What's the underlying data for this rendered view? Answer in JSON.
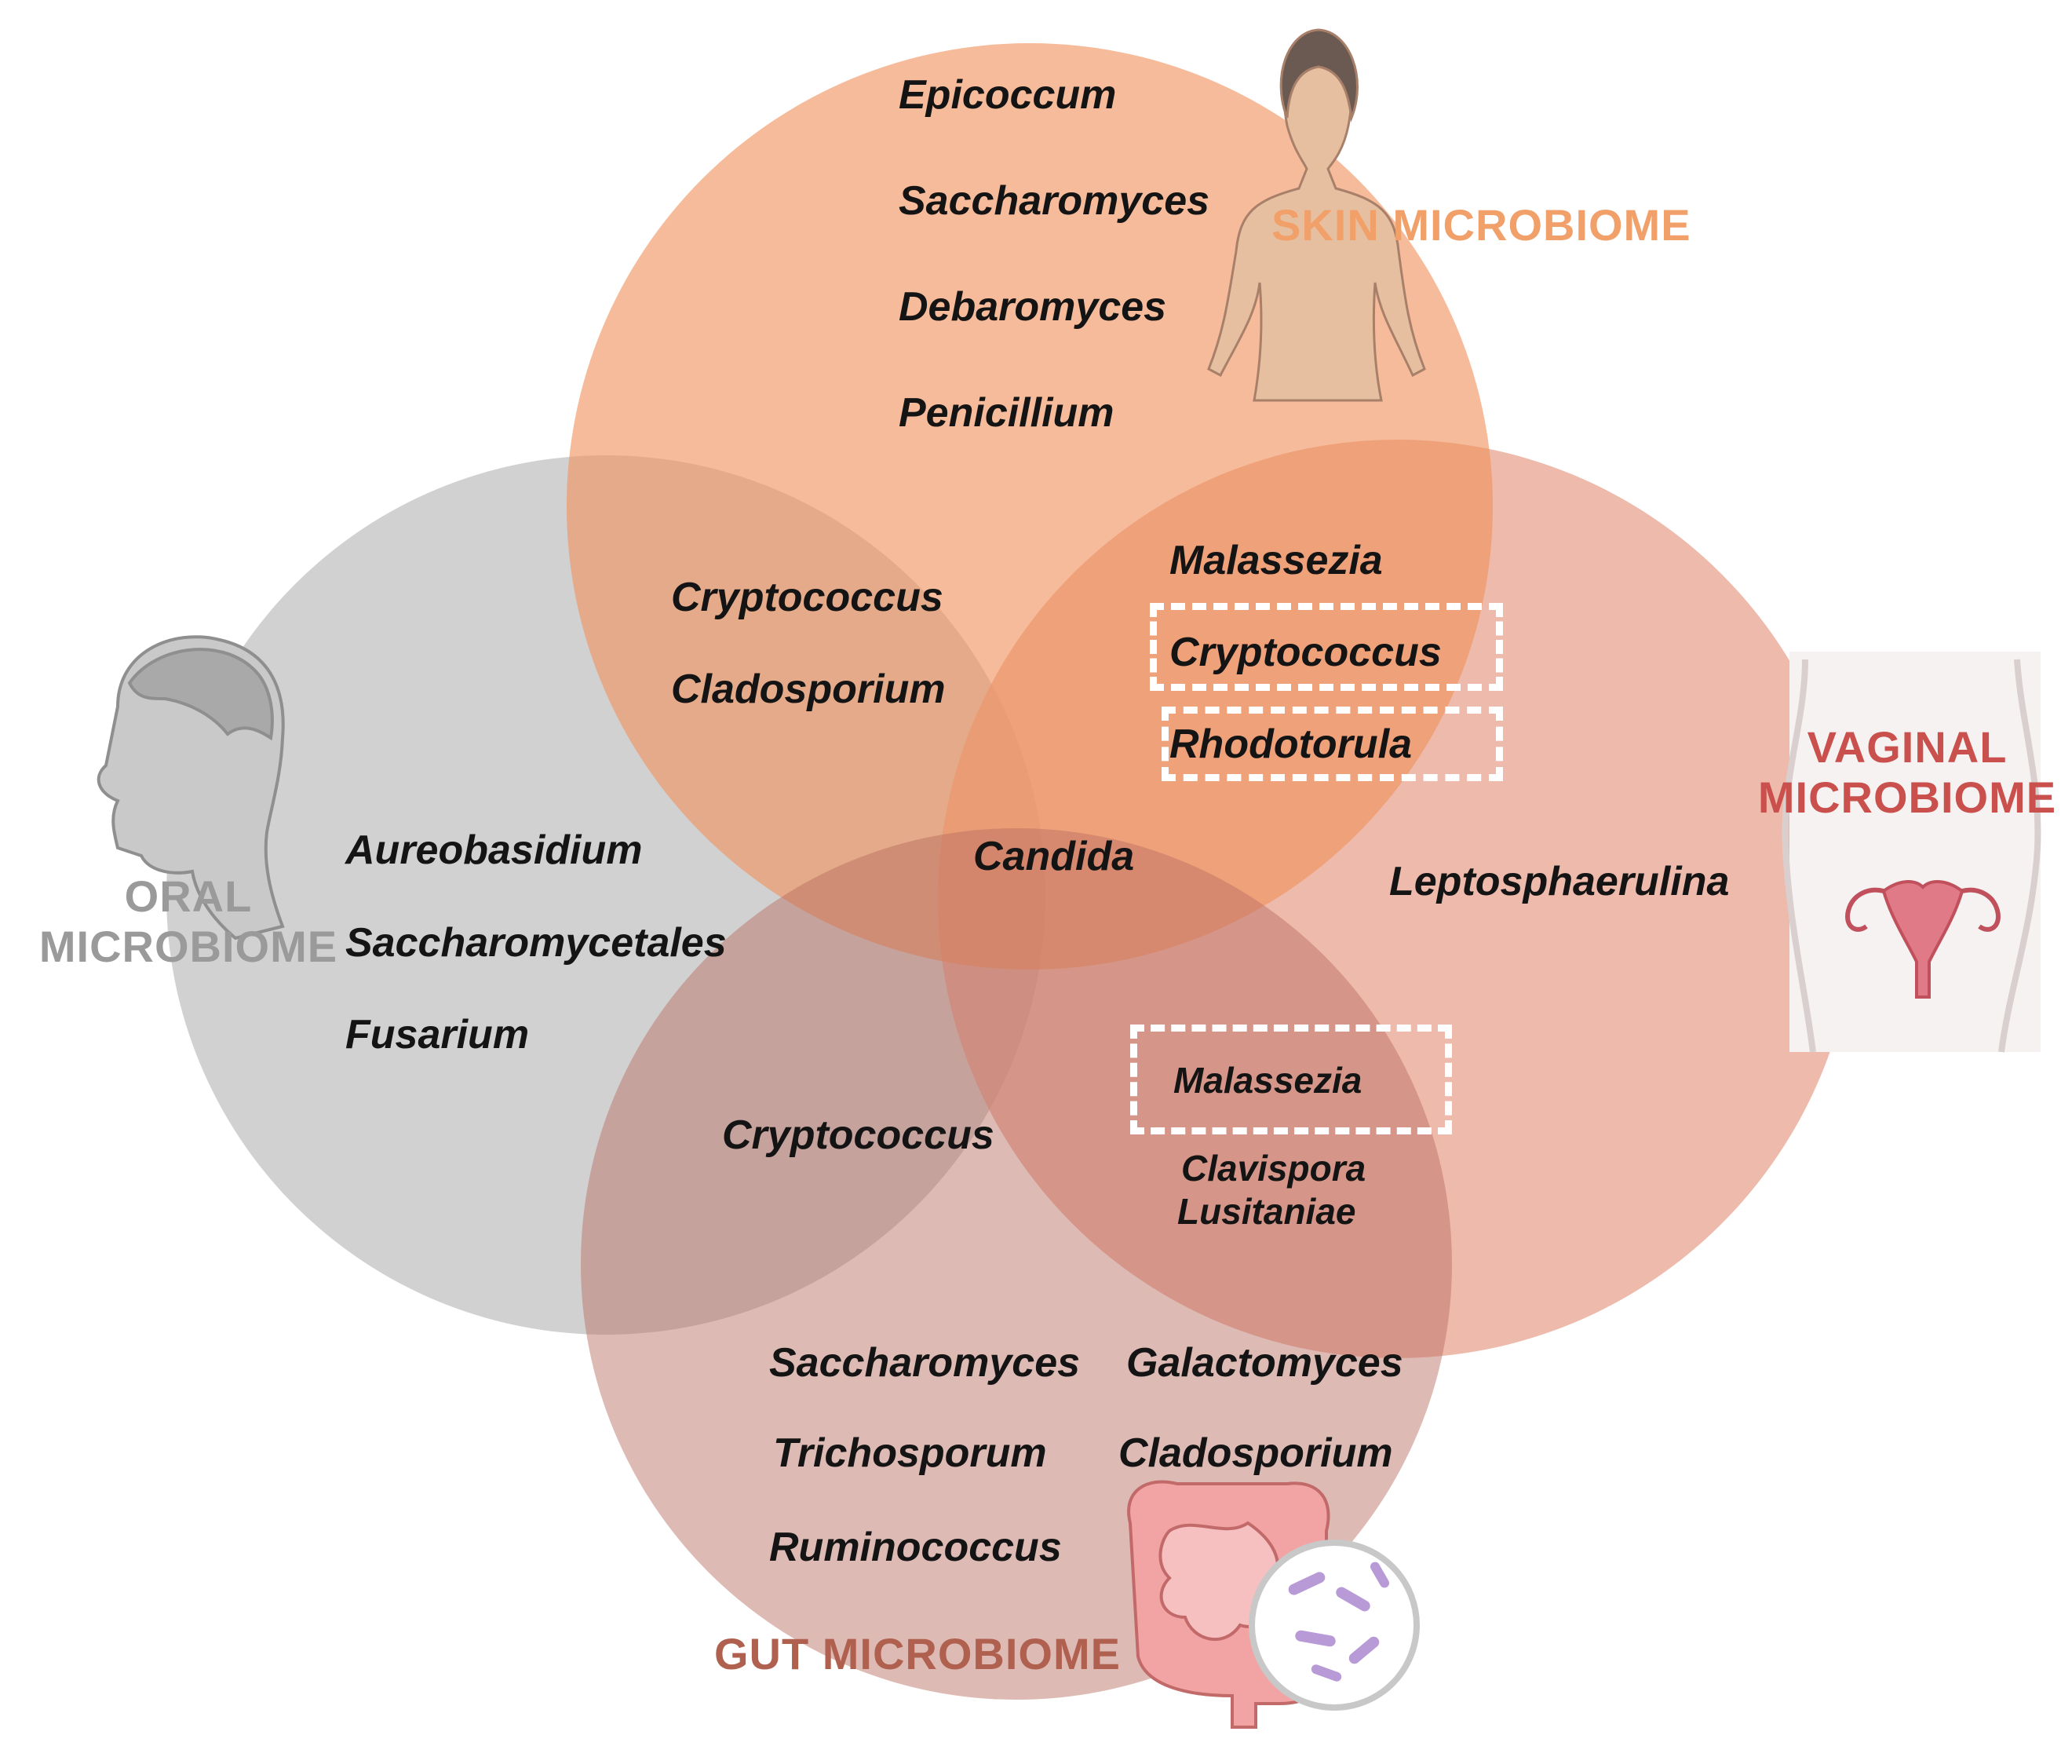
{
  "colors": {
    "oral": "#9a9a9a",
    "skin": "#f0915c",
    "vaginal": "#e6a08c",
    "gut": "#bb6e62",
    "oral_label": "#9a9a9a",
    "skin_label": "#f2a06a",
    "vaginal_label": "#c9504c",
    "gut_label": "#b0604e",
    "highlight_box": "#ffffff"
  },
  "microbiomes": {
    "oral_line1": "ORAL",
    "oral_line2": "MICROBIOME",
    "skin": "SKIN  MICROBIOME",
    "vaginal_line1": "VAGINAL",
    "vaginal_line2": "MICROBIOME",
    "gut": "GUT MICROBIOME"
  },
  "icons": {
    "oral": "human-head-profile-icon",
    "skin": "female-torso-icon",
    "vaginal": "uterus-icon",
    "gut": "intestines-icon",
    "bacteria": "bacteria-petri-icon"
  },
  "regions": {
    "skin_only": [
      "Epicoccum",
      "Saccharomyces",
      "Debaromyces",
      "Penicillium"
    ],
    "oral_skin": [
      "Cryptococcus",
      "Cladosporium"
    ],
    "skin_vaginal": [
      "Malassezia",
      "Cryptococcus",
      "Rhodotorula"
    ],
    "center": [
      "Candida"
    ],
    "oral_only": [
      "Aureobasidium",
      "Saccharomycetales",
      "Fusarium"
    ],
    "vaginal_only": [
      "Leptosphaerulina"
    ],
    "oral_gut": [
      "Cryptococcus"
    ],
    "vaginal_gut": [
      "Malassezia",
      "Clavispora",
      "Lusitaniae"
    ],
    "gut_only_col1": [
      "Saccharomyces",
      "Trichosporum",
      "Ruminococcus"
    ],
    "gut_only_col2": [
      "Galactomyces",
      "Cladosporium"
    ]
  }
}
